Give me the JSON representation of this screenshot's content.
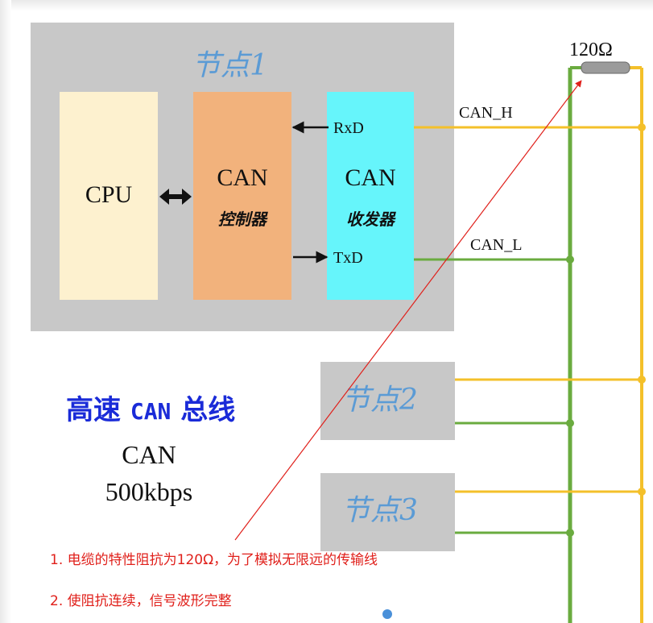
{
  "node1": {
    "title": "节点1"
  },
  "node2": {
    "title": "节点2"
  },
  "node3": {
    "title": "节点3"
  },
  "cpu": {
    "label": "CPU"
  },
  "controller": {
    "line1": "CAN",
    "line2": "控制器"
  },
  "transceiver": {
    "line1": "CAN",
    "line2": "收发器"
  },
  "signals": {
    "rxd": "RxD",
    "txd": "TxD",
    "can_h": "CAN_H",
    "can_l": "CAN_L"
  },
  "resistor": {
    "label": "120Ω"
  },
  "bus_title": {
    "prefix": "高速 ",
    "mid": "CAN",
    "suffix": " 总线"
  },
  "bus_rate": {
    "line1": "CAN",
    "line2": "500kbps"
  },
  "notes": [
    "1. 电缆的特性阻抗为120Ω，为了模拟无限远的传输线",
    "2. 使阻抗连续，信号波形完整"
  ],
  "colors": {
    "can_h": "#f4c02a",
    "can_l": "#6aab3f",
    "node_bg": "#c8c8c8",
    "node_title": "#5b9bd5",
    "note_text": "#e0201b",
    "bus_title": "#1a2bd8"
  }
}
